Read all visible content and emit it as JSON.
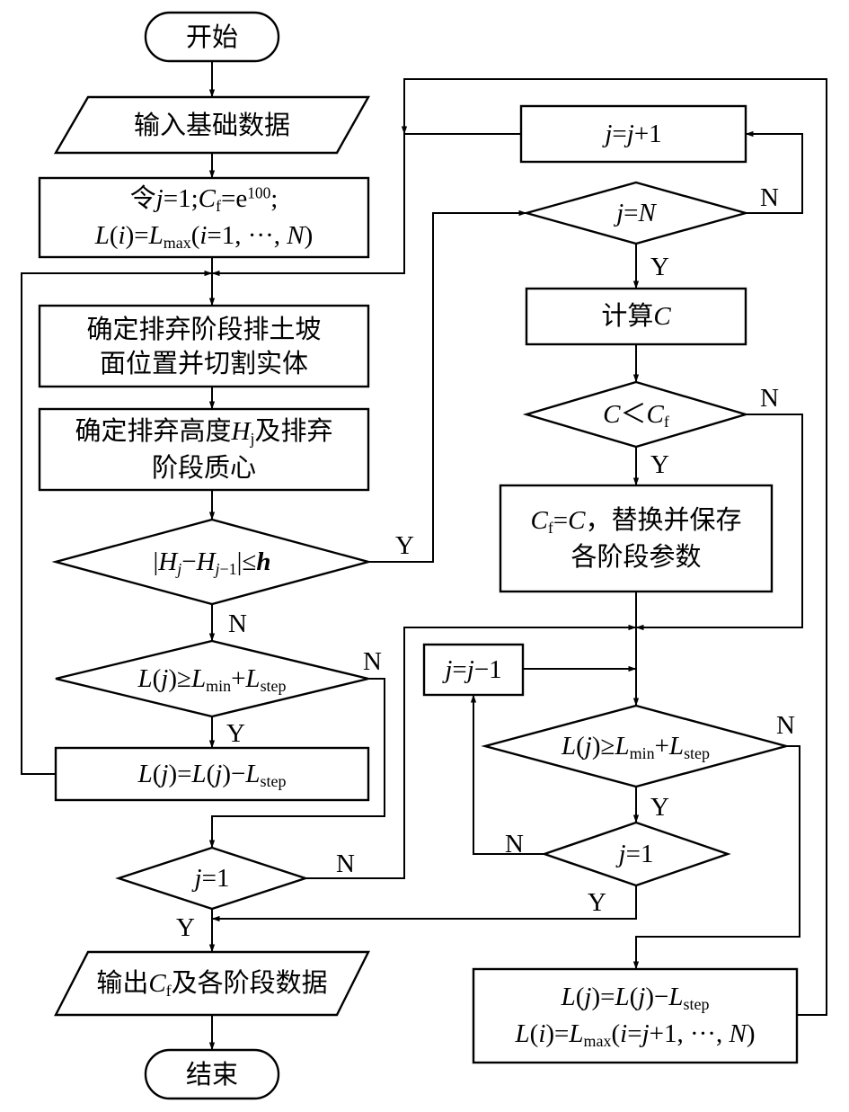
{
  "nodes": {
    "start": "开始",
    "input": "输入基础数据",
    "init": {
      "l1_ling": "令",
      "l1_j": "j",
      "l1_eq1": "=1;",
      "l1_C": "C",
      "l1_Csub": "f",
      "l1_eq2": "=e",
      "l1_exp": "100",
      "l1_end": ";",
      "l2_L": "L",
      "l2_open": "(",
      "l2_i": "i",
      "l2_close": ")=",
      "l2_L2": "L",
      "l2_sub": "max",
      "l2_open2": "(",
      "l2_i2": "i",
      "l2_range": "=1, ···, ",
      "l2_N": "N",
      "l2_close2": ")"
    },
    "slope": {
      "line1": "确定排弃阶段排土坡",
      "line2": "面位置并切割实体"
    },
    "height": {
      "line1a": "确定排弃高度",
      "line1H": "H",
      "line1sub": "j",
      "line1b": "及排弃",
      "line2": "阶段质心"
    },
    "diff": {
      "bar1": "|",
      "H1": "H",
      "s1": "j",
      "minus": "−",
      "H2": "H",
      "s2": "j",
      "s2b": "−1",
      "bar2": "|",
      "le": "≤",
      "h": "h"
    },
    "cond_left": {
      "L": "L",
      "o": "(",
      "j": "j",
      "c": ")",
      "ge": "≥",
      "L1": "L",
      "s1": "min",
      "plus": "+",
      "L2": "L",
      "s2": "step"
    },
    "dec_left": {
      "L": "L",
      "o": "(",
      "j": "j",
      "c": ")=",
      "L1": "L",
      "o1": "(",
      "j1": "j",
      "c1": ")−",
      "L2": "L",
      "s2": "step"
    },
    "j_eq_1_left": {
      "j": "j",
      "v": "=1"
    },
    "output": {
      "a": "输出",
      "C": "C",
      "sub": "f",
      "b": "及各阶段数据"
    },
    "end": "结束",
    "j_inc": {
      "j": "j",
      "eq": "=",
      "j2": "j",
      "v": "+1"
    },
    "j_eq_N": {
      "j": "j",
      "eq": "=",
      "N": "N"
    },
    "calc": {
      "a": "计算",
      "C": "C"
    },
    "c_lt": {
      "C": "C",
      "lt": "＜",
      "C2": "C",
      "sub": "f"
    },
    "replace": {
      "C": "C",
      "sub": "f",
      "eq": "=",
      "C2": "C",
      "rest": "，替换并保存",
      "line2": "各阶段参数"
    },
    "j_dec": {
      "j": "j",
      "eq": "=",
      "j2": "j",
      "v": "−1"
    },
    "cond_right": {
      "L": "L",
      "o": "(",
      "j": "j",
      "c": ")",
      "ge": "≥",
      "L1": "L",
      "s1": "min",
      "plus": "+",
      "L2": "L",
      "s2": "step"
    },
    "j_eq_1_right": {
      "j": "j",
      "v": "=1"
    },
    "final": {
      "l1_L": "L",
      "l1_o": "(",
      "l1_j": "j",
      "l1_c": ")=",
      "l1_L1": "L",
      "l1_o1": "(",
      "l1_j1": "j",
      "l1_c1": ")−",
      "l1_L2": "L",
      "l1_s2": "step",
      "l2_L": "L",
      "l2_o": "(",
      "l2_i": "i",
      "l2_c": ")=",
      "l2_L2": "L",
      "l2_sub": "max",
      "l2_o2": "(",
      "l2_i2": "i",
      "l2_eq": "=",
      "l2_j": "j",
      "l2_range": "+1, ···, ",
      "l2_N": "N",
      "l2_c2": ")"
    }
  },
  "branch_labels": {
    "diff_yes": "Y",
    "left_no": "N",
    "cond_left_no": "N",
    "cond_left_yes": "Y",
    "j1_left_no": "N",
    "j1_left_yes": "Y",
    "jN_no": "N",
    "jN_yes": "Y",
    "clt_no": "N",
    "clt_yes": "Y",
    "cond_right_no": "N",
    "cond_right_yes": "Y",
    "j1_right_no": "N",
    "j1_right_yes": "Y"
  }
}
